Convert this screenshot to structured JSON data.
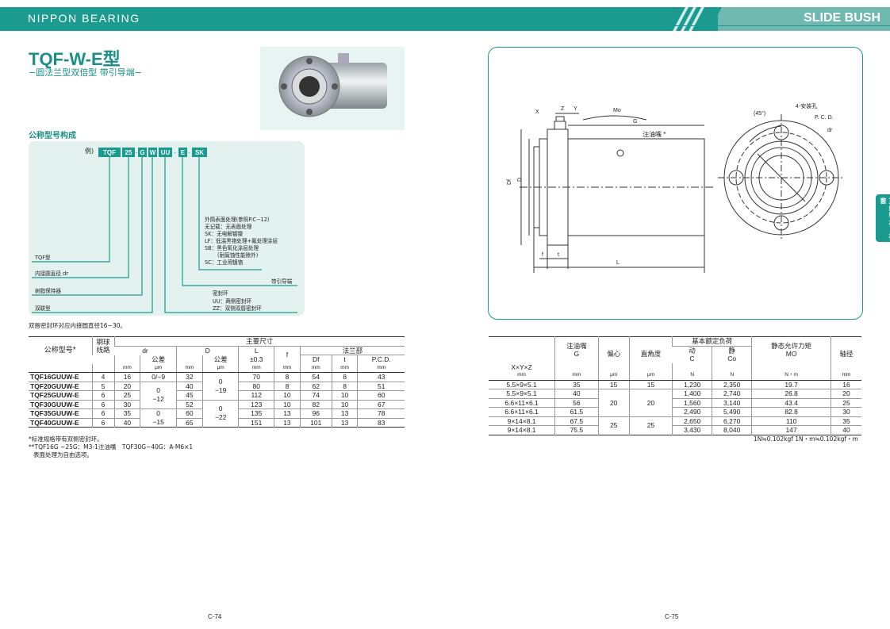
{
  "header": {
    "brand": "NIPPON BEARING",
    "section": "SLIDE BUSH"
  },
  "left": {
    "title": "TQF-W-E型",
    "subtitle": "−圆法兰型双倍型 带引导端−",
    "section_head": "公称型号构成",
    "example_label": "例)",
    "code_parts": [
      "TQF",
      "25",
      "G",
      "W",
      "UU",
      "E",
      "SK"
    ],
    "labels": {
      "tqf": "TQF型",
      "dr": "内接圆直径 dr",
      "retainer": "树脂保持器",
      "double": "双联型",
      "guide": "带引导端",
      "seal_title": "密封环",
      "seal_uu": "UU：两侧密封环",
      "seal_zz": "ZZ：双侧双唇密封环",
      "surface_title": "外筒表面处理(参照P.C−12)",
      "surface_none": "无记载：无表面处理",
      "surface_sk": "SK：无电解镀镍",
      "surface_lf": "LF：低温黑铬处理+氟处理涂层",
      "surface_sb": "SB：黑色氧化涂层处理",
      "surface_sb2": "(耐腐蚀性能除外)",
      "surface_sc": "SC：工业用镀铬"
    },
    "note": "双唇密封环对应内接圆直径16~30。",
    "table": {
      "group_header": "主要尺寸",
      "h_model": "公称型号",
      "h_model_star": "*",
      "h_balls": "钢球线路",
      "h_dr": "dr",
      "h_tol": "公差",
      "h_D": "D",
      "h_L": "L",
      "h_Ltol": "±0.3",
      "h_f": "f",
      "h_flange": "法兰部",
      "h_Df": "Df",
      "h_t": "t",
      "h_pcd": "P.C.D.",
      "u_mm": "mm",
      "u_um": "μm",
      "rows": [
        {
          "model": "TQF16GUUW-E",
          "balls": "4",
          "dr": "16",
          "drtol": "0/−9",
          "D": "32",
          "L": "70",
          "f": "8",
          "Df": "54",
          "t": "8",
          "pcd": "43"
        },
        {
          "model": "TQF20GUUW-E",
          "balls": "5",
          "dr": "20",
          "drtol": "",
          "D": "40",
          "L": "80",
          "f": "8",
          "Df": "62",
          "t": "8",
          "pcd": "51"
        },
        {
          "model": "TQF25GUUW-E",
          "balls": "6",
          "dr": "25",
          "drtol": "",
          "D": "45",
          "L": "112",
          "f": "10",
          "Df": "74",
          "t": "10",
          "pcd": "60"
        },
        {
          "model": "TQF30GUUW-E",
          "balls": "6",
          "dr": "30",
          "drtol": "",
          "D": "52",
          "L": "123",
          "f": "10",
          "Df": "82",
          "t": "10",
          "pcd": "67"
        },
        {
          "model": "TQF35GUUW-E",
          "balls": "6",
          "dr": "35",
          "drtol": "0",
          "D": "60",
          "L": "135",
          "f": "13",
          "Df": "96",
          "t": "13",
          "pcd": "78"
        },
        {
          "model": "TQF40GUUW-E",
          "balls": "6",
          "dr": "40",
          "drtol": "−15",
          "D": "65",
          "L": "151",
          "f": "13",
          "Df": "101",
          "t": "13",
          "pcd": "83"
        }
      ],
      "drtol_merge_a": "0",
      "drtol_merge_b": "−12",
      "Dtol_a1": "0",
      "Dtol_a2": "−19",
      "Dtol_b1": "0",
      "Dtol_b2": "−22"
    },
    "footnotes": [
      "*标准规格带有双侧密封环。",
      "**TQF16G ~25G：M3-1注油嘴　TQF30G~40G：A-M6×1",
      "表面处理为自由选项。"
    ],
    "page_no": "C-74"
  },
  "right": {
    "drawing": {
      "mo": "Mo",
      "g": "G",
      "z": "Z",
      "x": "X",
      "y": "Y",
      "df": "Df",
      "d": "D",
      "f": "f",
      "t": "t",
      "l": "L",
      "oil": "注油嘴 *",
      "deg": "(45°)",
      "holes": "4-安装孔",
      "pcd": "P. C. D.",
      "dr": "dr"
    },
    "table": {
      "h_xyz": "X×Y×Z",
      "h_oil": "注油嘴",
      "h_g": "G",
      "h_ecc": "偏心",
      "h_perp": "直角度",
      "h_load": "基本额定负荷",
      "h_dyn": "动",
      "h_c": "C",
      "h_sta": "静",
      "h_co": "Co",
      "h_mo_title": "静态允许力矩",
      "h_mo": "MO",
      "h_shaft": "轴径",
      "u_mm": "mm",
      "u_um": "μm",
      "u_n": "N",
      "u_nm": "N・m",
      "rows": [
        {
          "xyz": "5.5×9×5.1",
          "g": "35",
          "ecc": "15",
          "perp": "15",
          "c": "1,230",
          "co": "2,350",
          "mo": "19.7",
          "shaft": "16"
        },
        {
          "xyz": "5.5×9×5.1",
          "g": "40",
          "ecc": "",
          "perp": "",
          "c": "1,400",
          "co": "2,740",
          "mo": "26.8",
          "shaft": "20"
        },
        {
          "xyz": "6.6×11×6.1",
          "g": "56",
          "ecc": "20",
          "perp": "20",
          "c": "1,560",
          "co": "3,140",
          "mo": "43.4",
          "shaft": "25"
        },
        {
          "xyz": "6.6×11×6.1",
          "g": "61.5",
          "ecc": "",
          "perp": "",
          "c": "2,490",
          "co": "5,490",
          "mo": "82.8",
          "shaft": "30"
        },
        {
          "xyz": "9×14×8.1",
          "g": "67.5",
          "ecc": "25",
          "perp": "25",
          "c": "2,650",
          "co": "6,270",
          "mo": "110",
          "shaft": "35"
        },
        {
          "xyz": "9×14×8.1",
          "g": "75.5",
          "ecc": "",
          "perp": "",
          "c": "3,430",
          "co": "8,040",
          "mo": "147",
          "shaft": "40"
        }
      ]
    },
    "conversion": "1N≒0.102kgf 1N・m≒0.102kgf・m",
    "side_tab": "直线轴承・衬套",
    "page_no": "C-75"
  },
  "colors": {
    "brand": "#1b9a8f",
    "panel": "#e3f2ef"
  }
}
